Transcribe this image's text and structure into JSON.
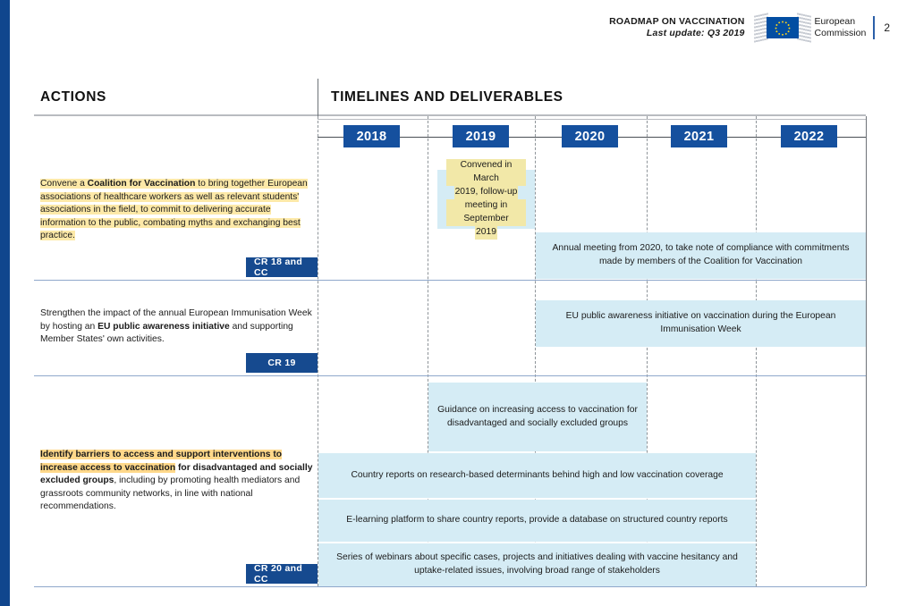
{
  "header": {
    "title": "ROADMAP ON VACCINATION",
    "subtitle": "Last update: Q3 2019",
    "org_line1": "European",
    "org_line2": "Commission",
    "page_number": "2"
  },
  "columns": {
    "actions": "ACTIONS",
    "timelines": "TIMELINES AND DELIVERABLES"
  },
  "years": [
    {
      "label": "2018"
    },
    {
      "label": "2019"
    },
    {
      "label": "2020"
    },
    {
      "label": "2021"
    },
    {
      "label": "2022"
    }
  ],
  "rows": [
    {
      "id": "coalition",
      "action": {
        "full_text": "Convene a Coalition for Vaccination to bring together European associations of healthcare workers as well as relevant students' associations in the field, to commit to delivering accurate information to the public, combating myths and exchanging best practice.",
        "lead": "Convene a ",
        "bold": "Coalition for Vaccination",
        "tail": " to bring together European associations of healthcare workers as well as relevant students' associations in the field, to commit to delivering accurate information to the public, combating myths and exchanging best practice.",
        "highlighted": true
      },
      "badge": "CR 18 and CC",
      "deliverables": [
        {
          "id": "convened-march-2019",
          "text": "Convened in March 2019, follow-up meeting in September 2019",
          "lines": [
            "Convened in March",
            "2019, follow-up",
            "meeting in September",
            "2019"
          ],
          "highlighted": true
        },
        {
          "id": "annual-meeting",
          "text": "Annual meeting from 2020, to take note of compliance with commitments made by members of the Coalition for Vaccination",
          "highlighted": false
        }
      ]
    },
    {
      "id": "immunisation-week",
      "action": {
        "full_text": "Strengthen the impact of the annual European Immunisation Week by hosting an EU public awareness initiative and supporting Member States' own activities.",
        "lead": "Strengthen the impact of the annual European Immunisation Week by hosting an ",
        "bold": "EU public awareness initiative",
        "tail": " and supporting Member States' own activities.",
        "highlighted": false
      },
      "badge": "CR 19",
      "deliverables": [
        {
          "id": "eu-awareness-initiative",
          "text": "EU public awareness initiative on vaccination during the European Immunisation Week",
          "highlighted": false
        }
      ]
    },
    {
      "id": "access-barriers",
      "action": {
        "full_text": "Identify barriers to access and support interventions to increase access to vaccination for disadvantaged and socially excluded groups, including by promoting health mediators and grassroots community networks, in line with national recommendations.",
        "bold_hl_line1": "Identify barriers to access and support interventions to",
        "bold_hl_line2": "increase access to vaccination",
        "bold_rest": " for disadvantaged and socially excluded groups",
        "tail": ", including by promoting health mediators and grassroots community networks, in line with national recommendations.",
        "highlighted": true
      },
      "badge": "CR 20 and CC",
      "deliverables": [
        {
          "id": "guidance-access",
          "text": "Guidance on increasing access to vaccination for disadvantaged and socially excluded groups",
          "highlighted": false
        },
        {
          "id": "country-reports",
          "text": "Country reports on research-based determinants behind high and low vaccination coverage",
          "highlighted": false
        },
        {
          "id": "e-learning-platform",
          "text": "E-learning platform to share country reports, provide a database on structured country reports",
          "highlighted": false
        },
        {
          "id": "webinars",
          "text": "Series of webinars about specific cases, projects and initiatives dealing with vaccine hesitancy and uptake-related issues, involving broad range of stakeholders",
          "highlighted": false
        }
      ]
    }
  ],
  "colors": {
    "brand_blue": "#15509e",
    "edge_bar": "#10468d",
    "deliverable_fill": "#d5ecf5",
    "highlight_yellow": "#fde9a8",
    "highlight_amber": "#ffd88a",
    "row_divider": "#8fa8cb"
  }
}
